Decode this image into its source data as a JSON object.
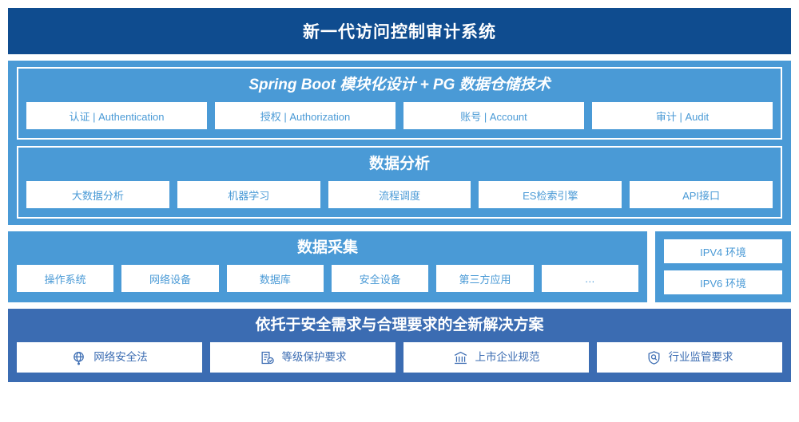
{
  "header": {
    "title": "新一代访问控制审计系统"
  },
  "colors": {
    "header_bg": "#0f4c8f",
    "panel_light": "#4a9ad6",
    "panel_mid": "#3b6cb2",
    "chip_bg": "#ffffff",
    "chip_text_light": "#4a9ad6",
    "chip_text_mid": "#3b6cb2",
    "frame_border": "#ffffff"
  },
  "platform": {
    "groups": [
      {
        "title": "Spring Boot 模块化设计 + PG 数据仓储技术",
        "italic": true,
        "chips": [
          {
            "label": "认证 | Authentication"
          },
          {
            "label": "授权 | Authorization"
          },
          {
            "label": "账号 | Account"
          },
          {
            "label": "审计 | Audit"
          }
        ]
      },
      {
        "title": "数据分析",
        "italic": false,
        "chips": [
          {
            "label": "大数据分析"
          },
          {
            "label": "机器学习"
          },
          {
            "label": "流程调度"
          },
          {
            "label": "ES检索引擎"
          },
          {
            "label": "API接口"
          }
        ]
      }
    ]
  },
  "collection": {
    "title": "数据采集",
    "chips": [
      {
        "label": "操作系统"
      },
      {
        "label": "网络设备"
      },
      {
        "label": "数据库"
      },
      {
        "label": "安全设备"
      },
      {
        "label": "第三方应用"
      },
      {
        "label": "…"
      }
    ],
    "environments": [
      {
        "label": "IPV4 环境"
      },
      {
        "label": "IPV6 环境"
      }
    ]
  },
  "compliance": {
    "title": "依托于安全需求与合理要求的全新解决方案",
    "chips": [
      {
        "icon": "globe-icon",
        "label": "网络安全法"
      },
      {
        "icon": "document-check-icon",
        "label": "等级保护要求"
      },
      {
        "icon": "bank-icon",
        "label": "上市企业规范"
      },
      {
        "icon": "shield-search-icon",
        "label": "行业监管要求"
      }
    ]
  }
}
